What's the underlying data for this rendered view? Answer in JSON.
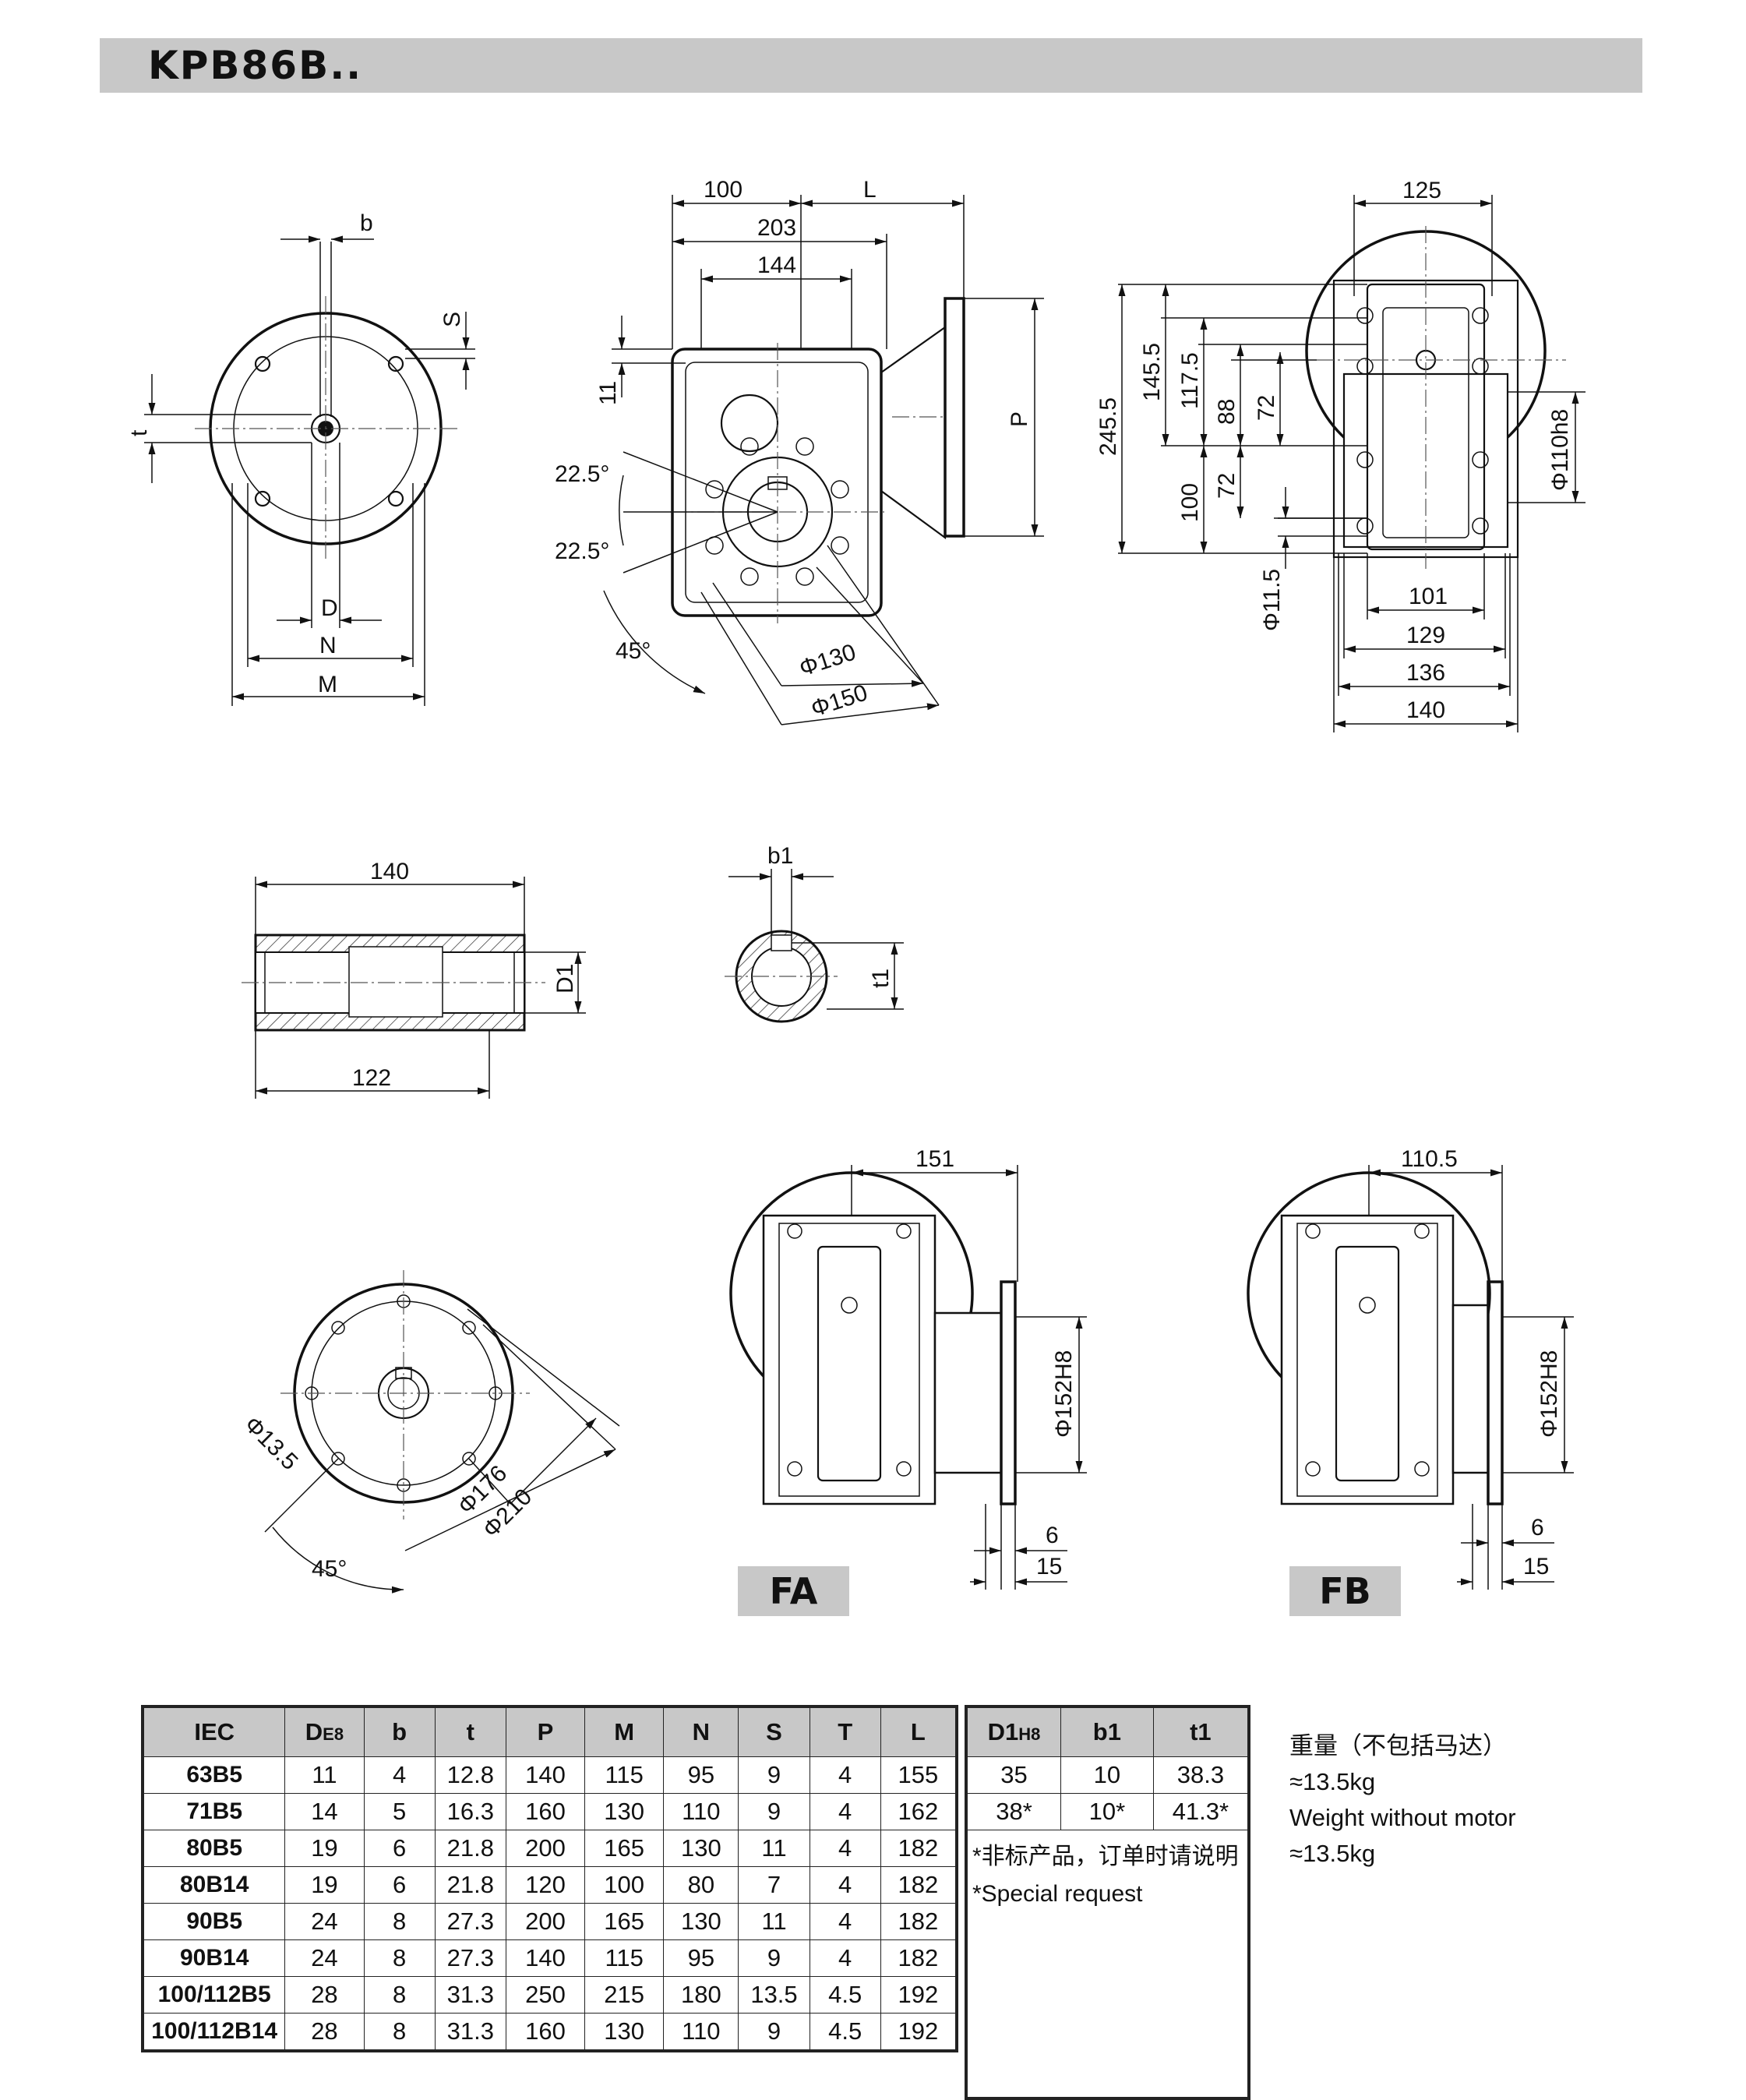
{
  "title": "KPB86B..",
  "dimensions": {
    "front": [
      "b",
      "S",
      "t",
      "D",
      "N",
      "M"
    ],
    "side": [
      "100",
      "L",
      "203",
      "144",
      "11",
      "P",
      "22.5°",
      "22.5°",
      "45°",
      "Φ130",
      "Φ150"
    ],
    "right": [
      "125",
      "245.5",
      "145.5",
      "117.5",
      "88",
      "72",
      "72",
      "100",
      "Φ11.5",
      "Φ110h8",
      "101",
      "129",
      "136",
      "140"
    ],
    "shaft": [
      "140",
      "D1",
      "122"
    ],
    "shaft_section": [
      "b1",
      "t1"
    ],
    "flange": [
      "Φ13.5",
      "Φ176",
      "Φ210",
      "45°"
    ],
    "fa": [
      "151",
      "Φ152H8",
      "6",
      "15"
    ],
    "fb": [
      "110.5",
      "Φ152H8",
      "6",
      "15"
    ]
  },
  "labels": {
    "fa": "FA",
    "fb": "FB"
  },
  "table": {
    "headers": [
      "IEC",
      "D",
      "b",
      "t",
      "P",
      "M",
      "N",
      "S",
      "T",
      "L"
    ],
    "header_d_sub": "E8",
    "rows": [
      [
        "63B5",
        "11",
        "4",
        "12.8",
        "140",
        "115",
        "95",
        "9",
        "4",
        "155"
      ],
      [
        "71B5",
        "14",
        "5",
        "16.3",
        "160",
        "130",
        "110",
        "9",
        "4",
        "162"
      ],
      [
        "80B5",
        "19",
        "6",
        "21.8",
        "200",
        "165",
        "130",
        "11",
        "4",
        "182"
      ],
      [
        "80B14",
        "19",
        "6",
        "21.8",
        "120",
        "100",
        "80",
        "7",
        "4",
        "182"
      ],
      [
        "90B5",
        "24",
        "8",
        "27.3",
        "200",
        "165",
        "130",
        "11",
        "4",
        "182"
      ],
      [
        "90B14",
        "24",
        "8",
        "27.3",
        "140",
        "115",
        "95",
        "9",
        "4",
        "182"
      ],
      [
        "100/112B5",
        "28",
        "8",
        "31.3",
        "250",
        "215",
        "180",
        "13.5",
        "4.5",
        "192"
      ],
      [
        "100/112B14",
        "28",
        "8",
        "31.3",
        "160",
        "130",
        "110",
        "9",
        "4.5",
        "192"
      ]
    ]
  },
  "side_table": {
    "headers": [
      "D1",
      "b1",
      "t1"
    ],
    "header_d1_sub": "H8",
    "rows": [
      [
        "35",
        "10",
        "38.3"
      ],
      [
        "38*",
        "10*",
        "41.3*"
      ]
    ],
    "note_cn": "*非标产品，订单时请说明",
    "note_en": "*Special request"
  },
  "weight": {
    "label_cn": "重量（不包括马达）",
    "value_cn": "≈13.5kg",
    "label_en": "Weight without motor",
    "value_en": "≈13.5kg"
  }
}
